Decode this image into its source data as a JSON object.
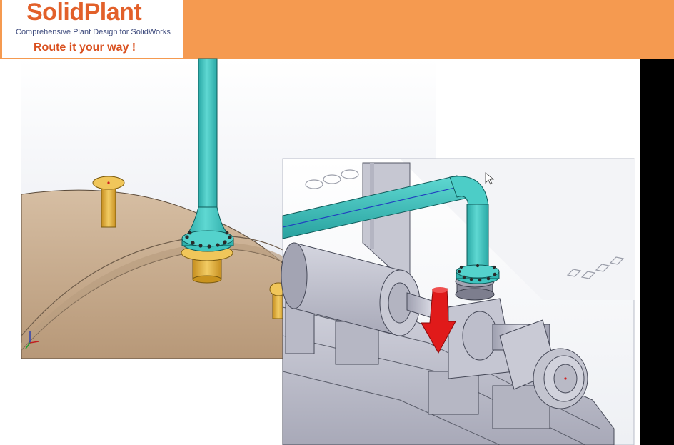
{
  "logo": {
    "brand_part1": "Solid",
    "brand_part2": "Plant",
    "tagline": "Comprehensive Plant Design for SolidWorks",
    "slogan": "Route it your way !"
  },
  "colors": {
    "header_orange": "#f59a50",
    "brand_orange": "#e2602a",
    "tagline_blue": "#3d4a7c",
    "pipe_cyan": "#3fc4bf",
    "vessel_tan": "#c9ad90",
    "nozzle_gold": "#e0ad3a",
    "machine_gray": "#c3c4d0",
    "arrow_red": "#e01a1a"
  },
  "scene": {
    "left_view": {
      "name": "vessel-with-pipe-view"
    },
    "right_view": {
      "name": "pump-with-pipe-view"
    }
  }
}
